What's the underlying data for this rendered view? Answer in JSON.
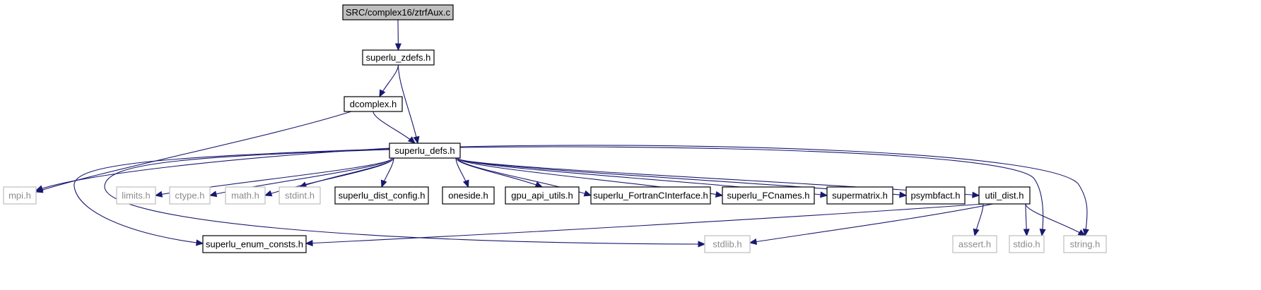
{
  "colors": {
    "edge": "#191970",
    "root_fill": "#bfbfbf",
    "node_border": "#000000",
    "external_border": "#bfbfbf",
    "external_text": "#8c8c8c",
    "text": "#000000"
  },
  "nodes": {
    "root": {
      "label": "SRC/complex16/ztrfAux.c",
      "kind": "root"
    },
    "zdefs": {
      "label": "superlu_zdefs.h",
      "kind": "local"
    },
    "dcomplex": {
      "label": "dcomplex.h",
      "kind": "local"
    },
    "defs": {
      "label": "superlu_defs.h",
      "kind": "local"
    },
    "mpi": {
      "label": "mpi.h",
      "kind": "external"
    },
    "limits": {
      "label": "limits.h",
      "kind": "external"
    },
    "ctype": {
      "label": "ctype.h",
      "kind": "external"
    },
    "math": {
      "label": "math.h",
      "kind": "external"
    },
    "stdint": {
      "label": "stdint.h",
      "kind": "external"
    },
    "distconfig": {
      "label": "superlu_dist_config.h",
      "kind": "local"
    },
    "oneside": {
      "label": "oneside.h",
      "kind": "local"
    },
    "gpuapi": {
      "label": "gpu_api_utils.h",
      "kind": "local"
    },
    "fortran": {
      "label": "superlu_FortranCInterface.h",
      "kind": "local"
    },
    "fcnames": {
      "label": "superlu_FCnames.h",
      "kind": "local"
    },
    "supermatrix": {
      "label": "supermatrix.h",
      "kind": "local"
    },
    "psymbfact": {
      "label": "psymbfact.h",
      "kind": "local"
    },
    "utildist": {
      "label": "util_dist.h",
      "kind": "local"
    },
    "enumconsts": {
      "label": "superlu_enum_consts.h",
      "kind": "local"
    },
    "stdlib": {
      "label": "stdlib.h",
      "kind": "external"
    },
    "assert": {
      "label": "assert.h",
      "kind": "external"
    },
    "stdio": {
      "label": "stdio.h",
      "kind": "external"
    },
    "string": {
      "label": "string.h",
      "kind": "external"
    }
  },
  "edges": [
    [
      "root",
      "zdefs"
    ],
    [
      "zdefs",
      "dcomplex"
    ],
    [
      "zdefs",
      "defs"
    ],
    [
      "dcomplex",
      "defs"
    ],
    [
      "dcomplex",
      "mpi"
    ],
    [
      "defs",
      "mpi"
    ],
    [
      "defs",
      "limits"
    ],
    [
      "defs",
      "ctype"
    ],
    [
      "defs",
      "math"
    ],
    [
      "defs",
      "stdint"
    ],
    [
      "defs",
      "distconfig"
    ],
    [
      "defs",
      "oneside"
    ],
    [
      "defs",
      "gpuapi"
    ],
    [
      "defs",
      "fortran"
    ],
    [
      "defs",
      "fcnames"
    ],
    [
      "defs",
      "supermatrix"
    ],
    [
      "defs",
      "psymbfact"
    ],
    [
      "defs",
      "utildist"
    ],
    [
      "defs",
      "enumconsts"
    ],
    [
      "defs",
      "stdlib"
    ],
    [
      "defs",
      "stdio"
    ],
    [
      "defs",
      "string"
    ],
    [
      "utildist",
      "enumconsts"
    ],
    [
      "utildist",
      "stdlib"
    ],
    [
      "utildist",
      "assert"
    ],
    [
      "utildist",
      "stdio"
    ],
    [
      "utildist",
      "string"
    ]
  ]
}
